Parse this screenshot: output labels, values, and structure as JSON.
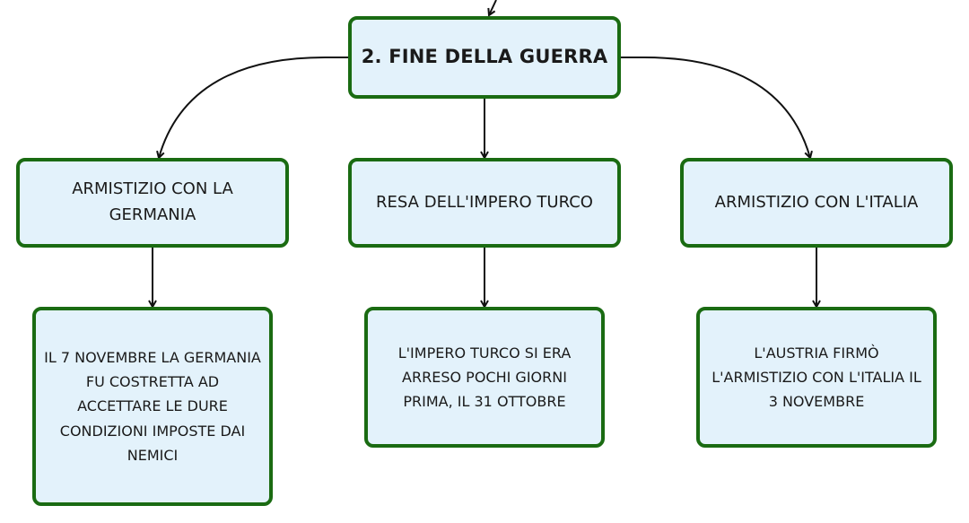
{
  "diagram": {
    "root": {
      "label": "2. FINE DELLA GUERRA"
    },
    "branches": [
      {
        "heading": "ARMISTIZIO CON LA GERMANIA",
        "detail": "IL 7 NOVEMBRE LA GERMANIA FU COSTRETTA AD ACCETTARE LE DURE CONDIZIONI IMPOSTE DAI NEMICI"
      },
      {
        "heading": "RESA DELL'IMPERO TURCO",
        "detail": "L'IMPERO TURCO SI ERA ARRESO POCHI GIORNI PRIMA, IL 31 OTTOBRE"
      },
      {
        "heading": "ARMISTIZIO CON L'ITALIA",
        "detail": "L'AUSTRIA FIRMÒ L'ARMISTIZIO CON L'ITALIA IL 3 NOVEMBRE"
      }
    ]
  },
  "colors": {
    "node_fill": "#e3f2fb",
    "node_border": "#1a6b12",
    "connector": "#111111"
  }
}
